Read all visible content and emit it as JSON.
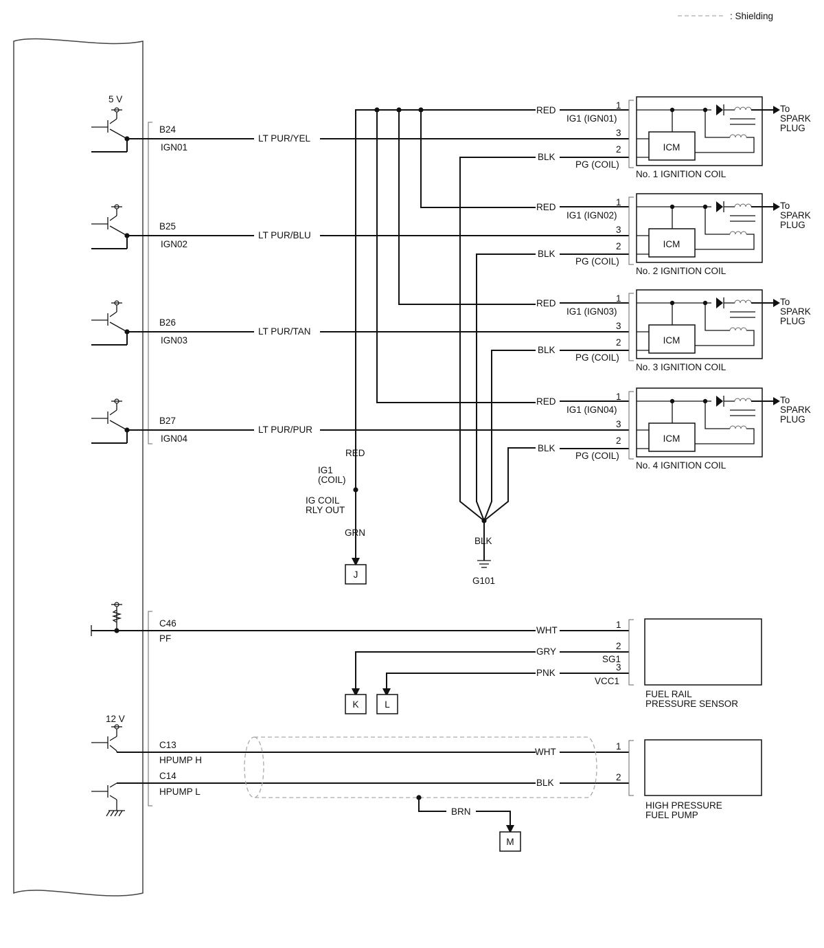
{
  "legend": {
    "shielding": ": Shielding"
  },
  "ecm": {
    "supply_5v": "5 V",
    "supply_12v": "12 V"
  },
  "ign_circuits": [
    {
      "terminal": "B24",
      "signal": "IGN01",
      "wire": "LT PUR/YEL",
      "pin1_wire": "RED",
      "pin1_label": "IG1 (IGN01)",
      "pin3": "3",
      "pin2_wire": "BLK",
      "pin2_label": "PG (COIL)",
      "pin1": "1",
      "pin2": "2",
      "icm": "ICM",
      "coil_name": "No. 1 IGNITION COIL",
      "to_line1": "To",
      "to_line2": "SPARK",
      "to_line3": "PLUG"
    },
    {
      "terminal": "B25",
      "signal": "IGN02",
      "wire": "LT PUR/BLU",
      "pin1_wire": "RED",
      "pin1_label": "IG1 (IGN02)",
      "pin3": "3",
      "pin2_wire": "BLK",
      "pin2_label": "PG (COIL)",
      "pin1": "1",
      "pin2": "2",
      "icm": "ICM",
      "coil_name": "No. 2 IGNITION COIL",
      "to_line1": "To",
      "to_line2": "SPARK",
      "to_line3": "PLUG"
    },
    {
      "terminal": "B26",
      "signal": "IGN03",
      "wire": "LT PUR/TAN",
      "pin1_wire": "RED",
      "pin1_label": "IG1 (IGN03)",
      "pin3": "3",
      "pin2_wire": "BLK",
      "pin2_label": "PG (COIL)",
      "pin1": "1",
      "pin2": "2",
      "icm": "ICM",
      "coil_name": "No. 3 IGNITION COIL",
      "to_line1": "To",
      "to_line2": "SPARK",
      "to_line3": "PLUG"
    },
    {
      "terminal": "B27",
      "signal": "IGN04",
      "wire": "LT PUR/PUR",
      "pin1_wire": "RED",
      "pin1_label": "IG1 (IGN04)",
      "pin3": "3",
      "pin2_wire": "BLK",
      "pin2_label": "PG (COIL)",
      "pin1": "1",
      "pin2": "2",
      "icm": "ICM",
      "coil_name": "No. 4 IGNITION COIL",
      "to_line1": "To",
      "to_line2": "SPARK",
      "to_line3": "PLUG"
    }
  ],
  "relay": {
    "wire_in": "RED",
    "label1": "IG1",
    "label2": "(COIL)",
    "label3": "IG COIL",
    "label4": "RLY OUT",
    "wire_out": "GRN",
    "connector": "J"
  },
  "ground": {
    "wire": "BLK",
    "name": "G101"
  },
  "fuel_rail": {
    "terminal": "C46",
    "signal": "PF",
    "pins": [
      {
        "pin": "1",
        "wire": "WHT",
        "label": ""
      },
      {
        "pin": "2",
        "wire": "GRY",
        "label": "SG1"
      },
      {
        "pin": "3",
        "wire": "PNK",
        "label": "VCC1"
      }
    ],
    "connector_k": "K",
    "connector_l": "L",
    "name_line1": "FUEL RAIL",
    "name_line2": "PRESSURE SENSOR"
  },
  "pump": {
    "terminal_h": "C13",
    "signal_h": "HPUMP H",
    "wire_h": "WHT",
    "pin_h": "1",
    "terminal_l": "C14",
    "signal_l": "HPUMP L",
    "wire_l": "BLK",
    "pin_l": "2",
    "shield_wire": "BRN",
    "connector": "M",
    "name_line1": "HIGH PRESSURE",
    "name_line2": "FUEL PUMP"
  }
}
